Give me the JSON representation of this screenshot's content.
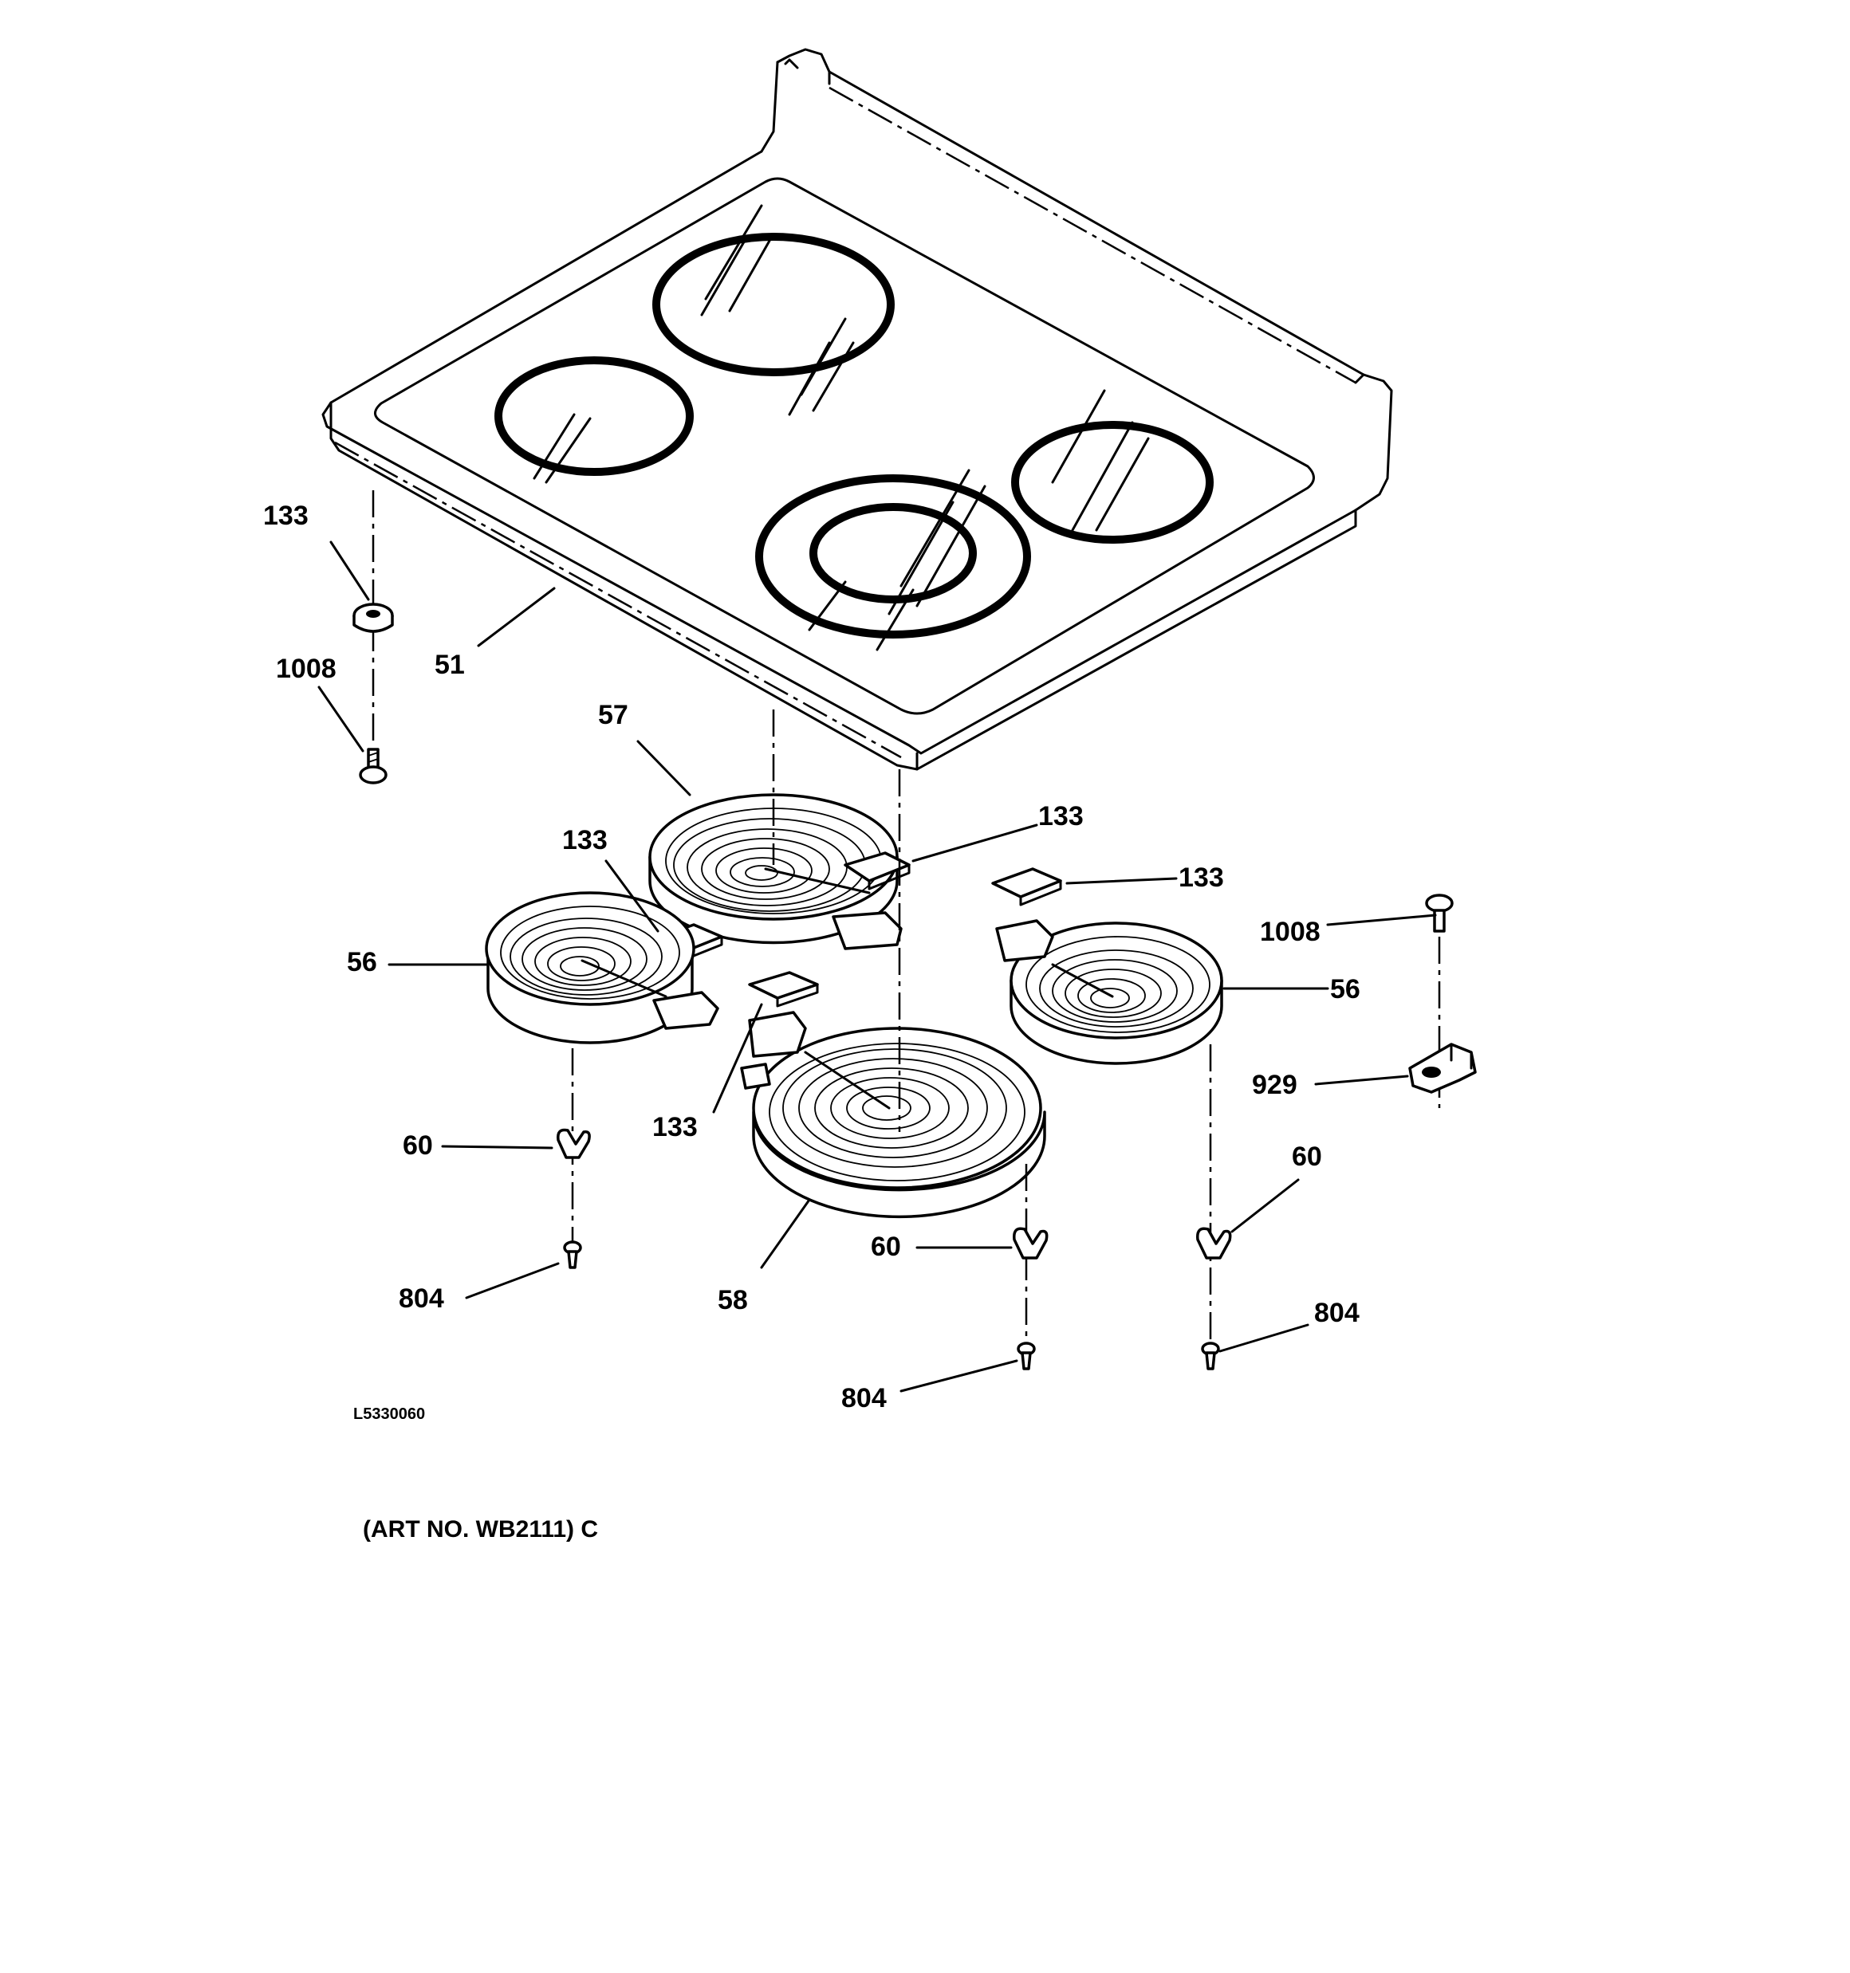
{
  "callouts": {
    "cooktop_glass": "51",
    "hex_nut_left": "133",
    "screw_left": "1008",
    "element_rear_left": "57",
    "element_front_left": "56",
    "element_front_right": "58",
    "element_rear_right": "56",
    "limiter_a": "133",
    "limiter_b": "133",
    "limiter_c": "133",
    "limiter_d": "133",
    "screw_right": "1008",
    "bracket": "929",
    "clip_left": "60",
    "clip_center": "60",
    "clip_right": "60",
    "screw_804_left": "804",
    "screw_804_center": "804",
    "screw_804_right": "804"
  },
  "drawing_code": "L5330060",
  "art_number": "(ART NO. WB2111) C"
}
